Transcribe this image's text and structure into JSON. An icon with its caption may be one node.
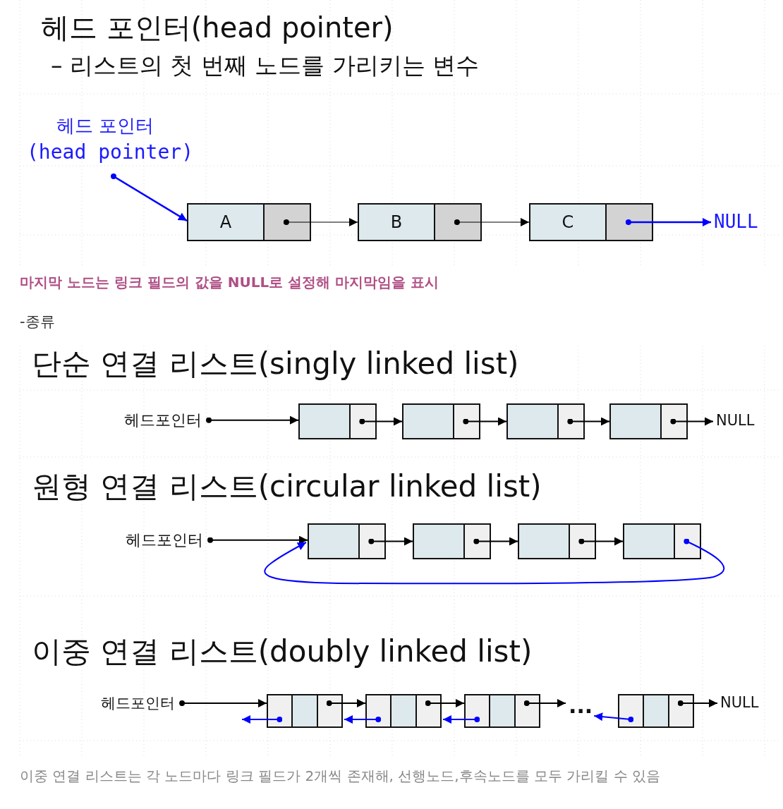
{
  "diagram": {
    "title": "헤드 포인터(head pointer)",
    "caption": "이중 연결 리스트는 각 노드마다 링크 필드가 2개씩 존재해, 선행노드,후속노드를 모두 가리킬 수 있음",
    "nodes": [
      {
        "text": [
          "헤드 포인터",
          "(head pointer)"
        ]
      },
      {
        "text": [
          "A"
        ]
      },
      {
        "text": [
          "B"
        ]
      },
      {
        "text": [
          "C"
        ]
      },
      {
        "text": [
          "NULL"
        ]
      },
      {
        "text": [
          "헤드포인터"
        ]
      },
      {
        "text": [],
        "shape": "box"
      },
      {
        "text": [],
        "shape": "box"
      },
      {
        "text": [],
        "shape": "box"
      },
      {
        "text": [],
        "shape": "box"
      },
      {
        "text": [
          "NULL"
        ]
      },
      {
        "text": [
          "헤드포인터"
        ]
      },
      {
        "text": [],
        "shape": "box"
      },
      {
        "text": [],
        "shape": "box"
      },
      {
        "text": [],
        "shape": "box"
      },
      {
        "text": [],
        "shape": "box"
      },
      {
        "text": [
          "헤드포인터"
        ]
      },
      {
        "text": [],
        "shape": "box"
      },
      {
        "text": [],
        "shape": "box"
      },
      {
        "text": [],
        "shape": "box"
      },
      {
        "text": [
          "..."
        ]
      },
      {
        "text": [],
        "shape": "box"
      },
      {
        "text": [
          "NULL"
        ]
      }
    ],
    "edges": [
      {
        "from": 0,
        "to": 1,
        "arrow": "to",
        "color": "#0000ff"
      },
      {
        "from": 1,
        "to": 2,
        "arrow": "to"
      },
      {
        "from": 2,
        "to": 3,
        "arrow": "to"
      },
      {
        "from": 3,
        "to": 4,
        "arrow": "to",
        "color": "#0000ff"
      },
      {
        "from": 5,
        "to": 6,
        "arrow": "to"
      },
      {
        "from": 6,
        "to": 7,
        "arrow": "to"
      },
      {
        "from": 7,
        "to": 8,
        "arrow": "to"
      },
      {
        "from": 8,
        "to": 9,
        "arrow": "to"
      },
      {
        "from": 9,
        "to": 10,
        "arrow": "to"
      },
      {
        "from": 11,
        "to": 12,
        "arrow": "to"
      },
      {
        "from": 12,
        "to": 13,
        "arrow": "to"
      },
      {
        "from": 13,
        "to": 14,
        "arrow": "to"
      },
      {
        "from": 14,
        "to": 15,
        "arrow": "to"
      },
      {
        "from": 15,
        "to": 12,
        "arrow": "to",
        "color": "#0000ff"
      },
      {
        "from": 16,
        "to": 17,
        "arrow": "to"
      },
      {
        "from": 17,
        "to": 18,
        "arrow": "to"
      },
      {
        "from": 18,
        "to": 19,
        "arrow": "to"
      },
      {
        "from": 19,
        "to": 20,
        "arrow": "to"
      },
      {
        "from": 21,
        "to": 22,
        "arrow": "to"
      },
      {
        "from": 17,
        "to": null,
        "arrow": "to",
        "color": "#0000ff"
      },
      {
        "from": 18,
        "to": 17,
        "arrow": "to",
        "color": "#0000ff"
      },
      {
        "from": 19,
        "to": 18,
        "arrow": "to",
        "color": "#0000ff"
      },
      {
        "from": 21,
        "to": 20,
        "arrow": "to",
        "color": "#0000ff"
      }
    ],
    "labels": [
      "– 리스트의 첫 번째 노드를 가리키는 변수",
      "마지막 노드는 링크 필드의 값을 NULL로 설정해 마지막임을 표시",
      "-종류",
      "단순 연결 리스트(singly linked list)",
      "원형 연결 리스트(circular linked list)",
      "이중 연결 리스트(doubly linked list)"
    ]
  }
}
